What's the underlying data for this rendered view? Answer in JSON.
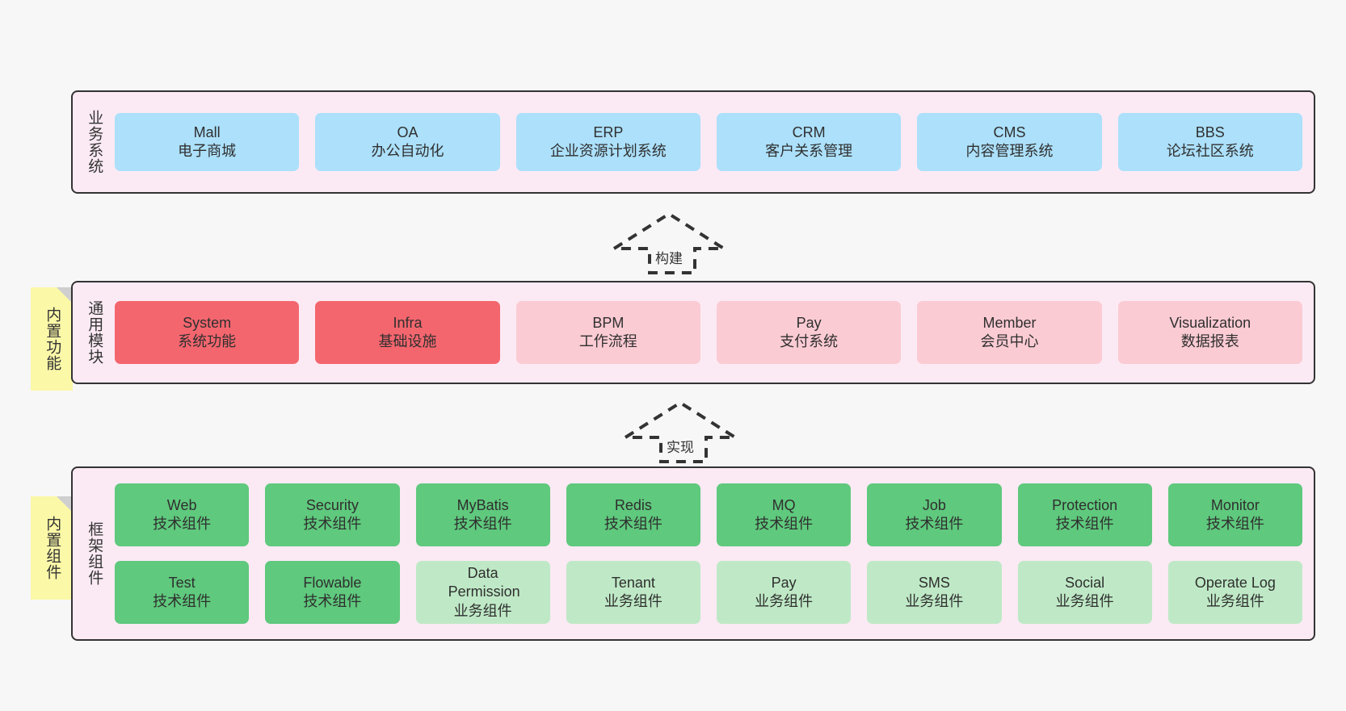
{
  "diagram": {
    "background": "#f7f7f7",
    "layer_fill": "#fbeaf4",
    "sticky_fill": "#fbf8a8",
    "colors": {
      "business": "#ace0fb",
      "module_core": "#f4666e",
      "module_optional": "#fbcbd3",
      "component_tech": "#5fc97d",
      "component_biz": "#bfe9c6",
      "border": "#333333"
    }
  },
  "layers": [
    {
      "id": "business-system",
      "title": "业务系统",
      "rows": [
        {
          "nodes": [
            {
              "title": "Mall",
              "sub": "电子商城",
              "style": "blue"
            },
            {
              "title": "OA",
              "sub": "办公自动化",
              "style": "blue"
            },
            {
              "title": "ERP",
              "sub": "企业资源计划系统",
              "style": "blue"
            },
            {
              "title": "CRM",
              "sub": "客户关系管理",
              "style": "blue"
            },
            {
              "title": "CMS",
              "sub": "内容管理系统",
              "style": "blue"
            },
            {
              "title": "BBS",
              "sub": "论坛社区系统",
              "style": "blue"
            }
          ]
        }
      ]
    },
    {
      "id": "common-module",
      "title": "通用模块",
      "sticky": "内置功能",
      "rows": [
        {
          "nodes": [
            {
              "title": "System",
              "sub": "系统功能",
              "style": "red"
            },
            {
              "title": "Infra",
              "sub": "基础设施",
              "style": "red"
            },
            {
              "title": "BPM",
              "sub": "工作流程",
              "style": "pink"
            },
            {
              "title": "Pay",
              "sub": "支付系统",
              "style": "pink"
            },
            {
              "title": "Member",
              "sub": "会员中心",
              "style": "pink"
            },
            {
              "title": "Visualization",
              "sub": "数据报表",
              "style": "pink"
            }
          ]
        }
      ]
    },
    {
      "id": "framework-component",
      "title": "框架组件",
      "sticky": "内置组件",
      "rows": [
        {
          "nodes": [
            {
              "title": "Web",
              "sub": "技术组件",
              "style": "green"
            },
            {
              "title": "Security",
              "sub": "技术组件",
              "style": "green"
            },
            {
              "title": "MyBatis",
              "sub": "技术组件",
              "style": "green"
            },
            {
              "title": "Redis",
              "sub": "技术组件",
              "style": "green"
            },
            {
              "title": "MQ",
              "sub": "技术组件",
              "style": "green"
            },
            {
              "title": "Job",
              "sub": "技术组件",
              "style": "green"
            },
            {
              "title": "Protection",
              "sub": "技术组件",
              "style": "green"
            },
            {
              "title": "Monitor",
              "sub": "技术组件",
              "style": "green"
            }
          ]
        },
        {
          "nodes": [
            {
              "title": "Test",
              "sub": "技术组件",
              "style": "green"
            },
            {
              "title": "Flowable",
              "sub": "技术组件",
              "style": "green"
            },
            {
              "title": "Data Permission",
              "sub": "业务组件",
              "style": "green-light"
            },
            {
              "title": "Tenant",
              "sub": "业务组件",
              "style": "green-light"
            },
            {
              "title": "Pay",
              "sub": "业务组件",
              "style": "green-light"
            },
            {
              "title": "SMS",
              "sub": "业务组件",
              "style": "green-light"
            },
            {
              "title": "Social",
              "sub": "业务组件",
              "style": "green-light"
            },
            {
              "title": "Operate Log",
              "sub": "业务组件",
              "style": "green-light"
            }
          ]
        }
      ]
    }
  ],
  "connectors": [
    {
      "id": "build-arrow",
      "label": "构建",
      "direction": "up"
    },
    {
      "id": "implement-arrow",
      "label": "实现",
      "direction": "up"
    }
  ]
}
